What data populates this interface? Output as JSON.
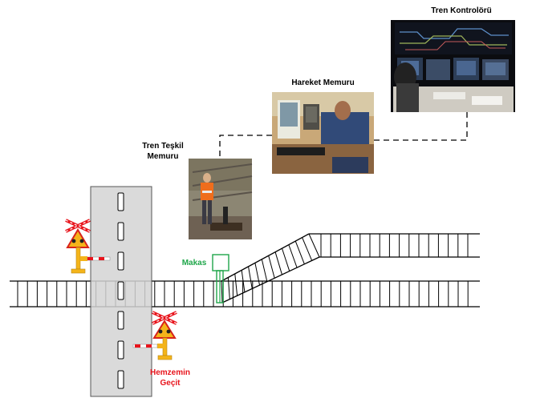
{
  "labels": {
    "tren_kontrolor": "Tren Kontrolörü",
    "hareket_memuru": "Hareket Memuru",
    "tren_teskil_memuru": "Tren Teşkil\nMemuru",
    "makas": "Makas",
    "hemzemin_gecit": "Hemzemin\nGeçit"
  },
  "colors": {
    "makas": "#1fa64a",
    "hemzemin_gecit": "#e8141c",
    "road": "#d4d4d4",
    "signal_body": "#f4b41a",
    "barrier_red": "#e8141c",
    "warning_red": "#d8231b"
  },
  "photos": {
    "tren_kontrolor": "photo-control-room",
    "hareket_memuru": "photo-station-operator",
    "tren_teskil_memuru": "photo-yard-worker"
  }
}
